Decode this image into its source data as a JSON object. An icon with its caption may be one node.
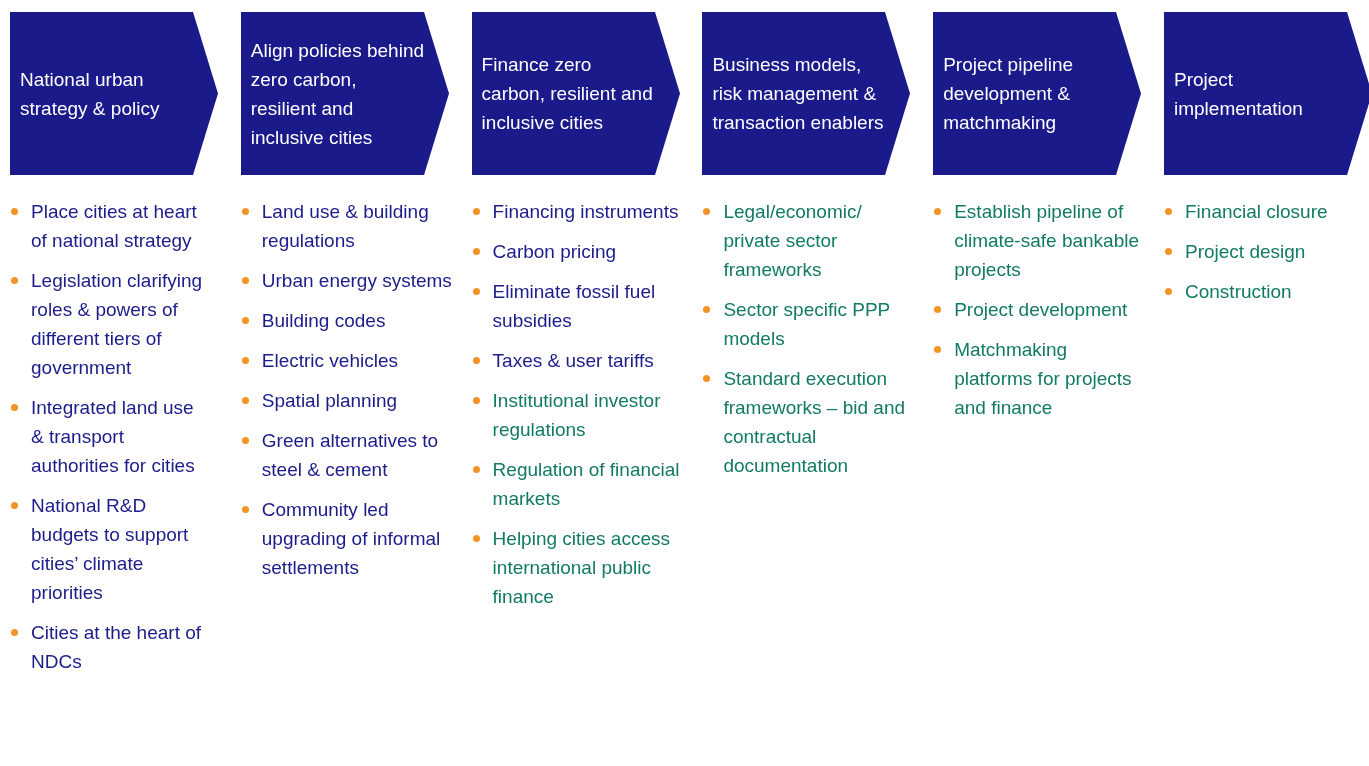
{
  "diagram": {
    "nodes": [
      {
        "text": [
          "National urban strategy & policy"
        ],
        "beside": [
          "Place cities at heart of national strategy",
          "Legislation clarifying roles & powers of different tiers of government",
          "Integrated land use & transport authorities for cities",
          "National R&D budgets to support cities’ climate priorities",
          "Cities at the heart of NDCs"
        ]
      },
      {
        "text": [
          "Align policies behind zero carbon, resilient and inclusive cities"
        ],
        "beside": [
          "Land use & building regulations",
          "Urban energy systems",
          "Building codes",
          "Electric vehicles",
          "Spatial planning",
          "Green alternatives to steel & cement",
          "Community led upgrading of informal settlements"
        ]
      },
      {
        "text": [
          "Finance zero carbon, resilient and inclusive cities"
        ],
        "beside": [
          "Financing instruments",
          "Carbon pricing",
          "Eliminate fossil fuel subsidies",
          "Taxes & user tariffs",
          "Institutional investor regulations",
          "Regulation of financial markets",
          "Helping cities access international public finance"
        ]
      },
      {
        "text": [
          "Business models, risk management & transaction enablers"
        ],
        "beside": [
          "Legal/economic/ private sector frameworks",
          "Sector specific PPP models",
          "Standard execution frameworks – bid and contractual documentation"
        ]
      },
      {
        "text": [
          "Project pipeline development & matchmaking"
        ],
        "beside": [
          "Establish pipeline of climate-safe bankable projects",
          "Project development",
          "Matchmaking platforms for projects and finance"
        ]
      },
      {
        "text": [
          "Project implementation"
        ],
        "beside": [
          "Financial closure",
          "Project design",
          "Construction"
        ]
      }
    ]
  }
}
